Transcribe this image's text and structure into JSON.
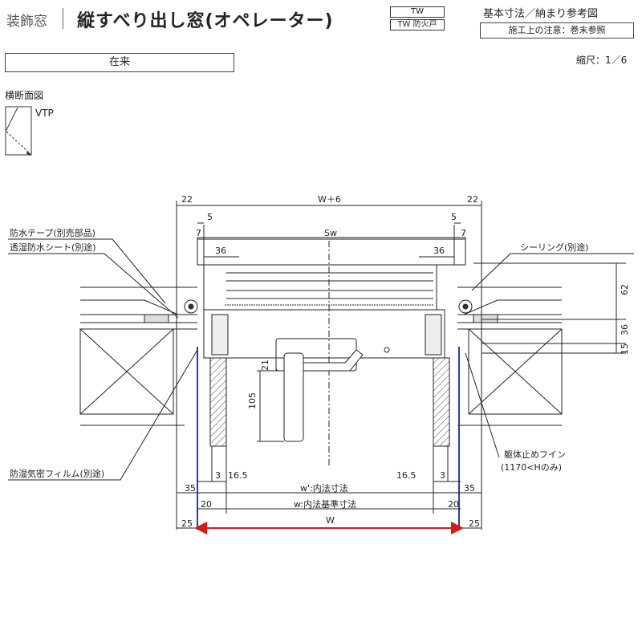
{
  "header": {
    "category": "装飾窓",
    "title": "縦すべり出し窓(オペレーター)",
    "badge_top": "TW",
    "badge_bottom": "TW 防火戸",
    "right_title": "基本寸法／納まり参考図",
    "note": "施工上の注意：巻末参照"
  },
  "type_label": "在来",
  "scale": "縮尺：1／6",
  "section_label": "横断面図",
  "opening_type": "VTP",
  "callouts": {
    "waterproof_tape": "防水テープ(別売部品)",
    "moisture_sheet": "透湿防水シート(別途)",
    "sealing": "シーリング(別途)",
    "vapor_film": "防湿気密フィルム(別途)",
    "fin": "躯体止めフイン",
    "fin_note": "(1170<Hのみ)"
  },
  "dims": {
    "d22": "22",
    "d5": "5",
    "d7": "7",
    "d36": "36",
    "w_plus_6": "W＋6",
    "sw": "Sw",
    "d62": "62",
    "d15": "15",
    "d21": "21",
    "d105": "105",
    "d3": "3",
    "d16_5": "16.5",
    "d35": "35",
    "d20": "20",
    "d25": "25",
    "w_prime": "w':内法寸法",
    "w_std": "w:内法基準寸法",
    "w_cap": "W"
  },
  "colors": {
    "outline": "#222222",
    "opening_line": "#2b3bb0",
    "w_dimension": "#d41a1a"
  }
}
